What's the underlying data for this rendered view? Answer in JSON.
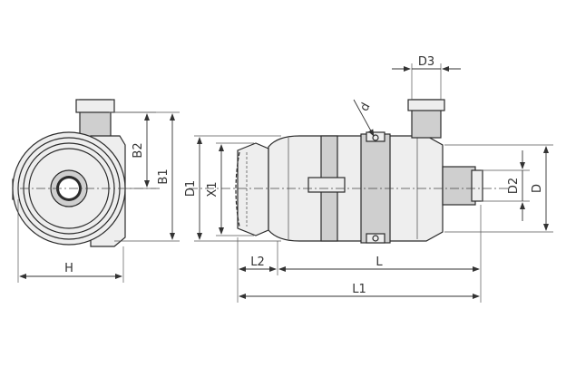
{
  "diagram": {
    "labels": {
      "H": "H",
      "B1": "B1",
      "B2": "B2",
      "D1": "D1",
      "X1": "X1",
      "D3": "D3",
      "d": "d",
      "D2": "D2",
      "D": "D",
      "L2": "L2",
      "L": "L",
      "L1": "L1"
    }
  }
}
